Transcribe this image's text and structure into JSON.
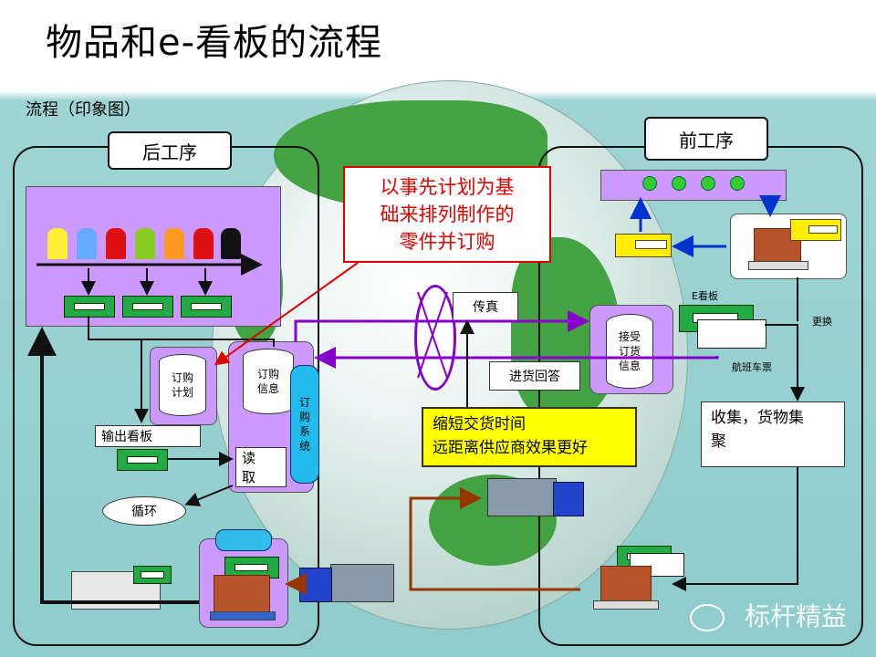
{
  "title": "物品和e-看板的流程",
  "subtitle": "流程（印象图）",
  "regions": {
    "back_process": "后工序",
    "front_process": "前工序"
  },
  "callouts": {
    "plan_note": [
      "以事先计划为基",
      "础来排列制作的",
      "零件并订购"
    ],
    "benefit_note": [
      "缩短交货时间",
      "远距离供应商效果更好"
    ],
    "collect_note": [
      "收集，货物集",
      "聚"
    ]
  },
  "labels": {
    "fax": "传真",
    "delivery_reply": "进货回答",
    "order_plan": [
      "订购",
      "计划"
    ],
    "order_info": [
      "订购",
      "信息"
    ],
    "order_system": [
      "订",
      "购",
      "系",
      "统"
    ],
    "receive_order": [
      "接受",
      "订货",
      "信息"
    ],
    "output_kanban": "输出看板",
    "read": [
      "读",
      "取"
    ],
    "cycle": "循环",
    "e_kanban": "E看板",
    "replace": "更换",
    "shuttle_ticket": "航班车票"
  },
  "watermark": "标杆精益",
  "colors": {
    "region_fill": "#cc99ff",
    "flow_purple": "#8800cc",
    "flow_brown": "#993300",
    "flow_blue": "#0033cc",
    "note_red": "#e00000",
    "note_yellow": "#ffff00",
    "kanban_green": "#22aa44"
  },
  "icons": {
    "globe": "globe-icon",
    "truck": "truck-icon",
    "forklift": "forklift-icon",
    "crate": "crate-icon",
    "kanban_card": "kanban-card-icon",
    "database": "database-icon"
  }
}
